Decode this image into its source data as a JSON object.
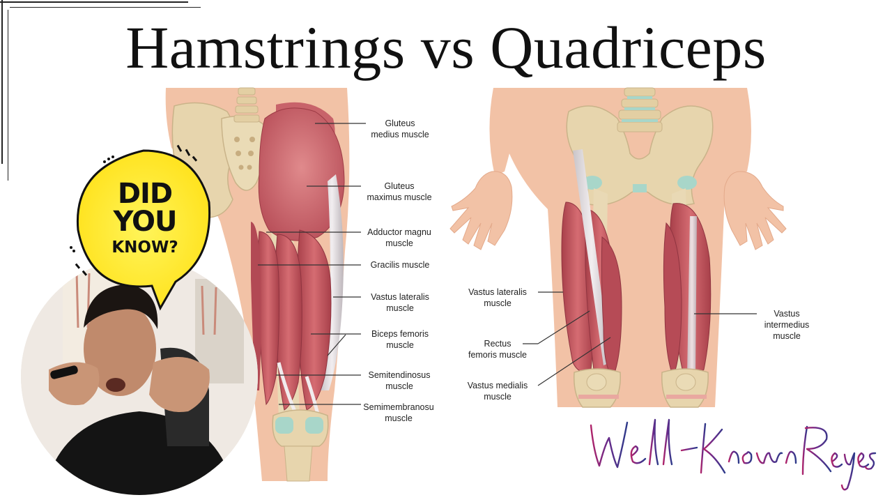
{
  "title": "Hamstrings vs Quadriceps",
  "posterior_labels": [
    {
      "line1": "Gluteus",
      "line2": "medius muscle"
    },
    {
      "line1": "Gluteus",
      "line2": "maximus muscle"
    },
    {
      "line1": "Adductor magnu",
      "line2": "muscle"
    },
    {
      "line1": "Gracilis muscle",
      "line2": ""
    },
    {
      "line1": "Vastus lateralis",
      "line2": "muscle"
    },
    {
      "line1": "Biceps femoris",
      "line2": "muscle"
    },
    {
      "line1": "Semitendinosus",
      "line2": "muscle"
    },
    {
      "line1": "Semimembranosu",
      "line2": "muscle"
    }
  ],
  "anterior_labels": [
    {
      "line1": "Vastus lateralis",
      "line2": "muscle",
      "line3": ""
    },
    {
      "line1": "Rectus",
      "line2": "femoris muscle",
      "line3": ""
    },
    {
      "line1": "Vastus medialis",
      "line2": "muscle",
      "line3": ""
    },
    {
      "line1": "Vastus",
      "line2": "intermedius",
      "line3": "muscle"
    }
  ],
  "bubble": {
    "line1": "DID",
    "line2": "YOU",
    "line3": "KNOW?"
  },
  "signature": "Well-Known Reyes",
  "colors": {
    "skin": "#f2c2a6",
    "muscle": "#c4535c",
    "bone": "#e7d5ad",
    "bubble": "#ffe93a",
    "cartilage": "#a8d6c9"
  }
}
